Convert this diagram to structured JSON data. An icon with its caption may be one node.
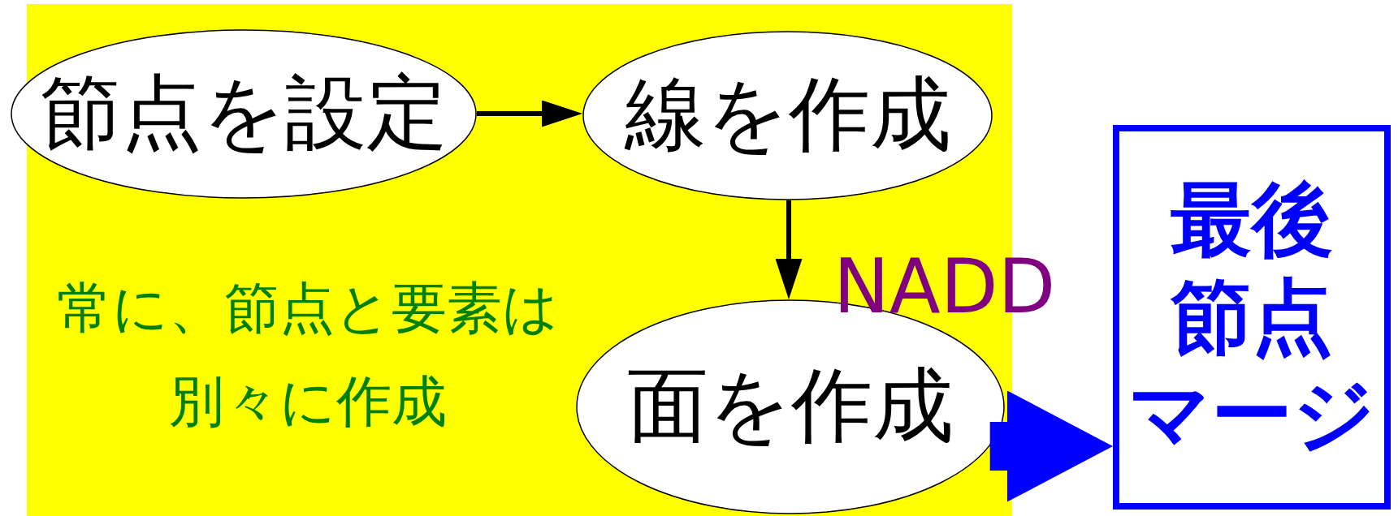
{
  "diagram": {
    "nodes": [
      {
        "text": [
          "常に、節点と要素は別々に作成"
        ]
      },
      {
        "text": [
          "節点を設定"
        ],
        "in": 0
      },
      {
        "text": [
          "線を作成"
        ],
        "in": 0
      },
      {
        "text": [
          "面を作成"
        ],
        "in": 0
      },
      {
        "text": [
          "最後節点マージ"
        ]
      }
    ],
    "edges": [
      {
        "from": 1,
        "to": 2,
        "arrow": "to"
      },
      {
        "from": 2,
        "to": 3,
        "arrow": "to"
      },
      {
        "from": 3,
        "to": 4,
        "arrow": "to",
        "style": "thick",
        "color": "#0000ff"
      }
    ],
    "labels": [
      "NADD"
    ]
  }
}
